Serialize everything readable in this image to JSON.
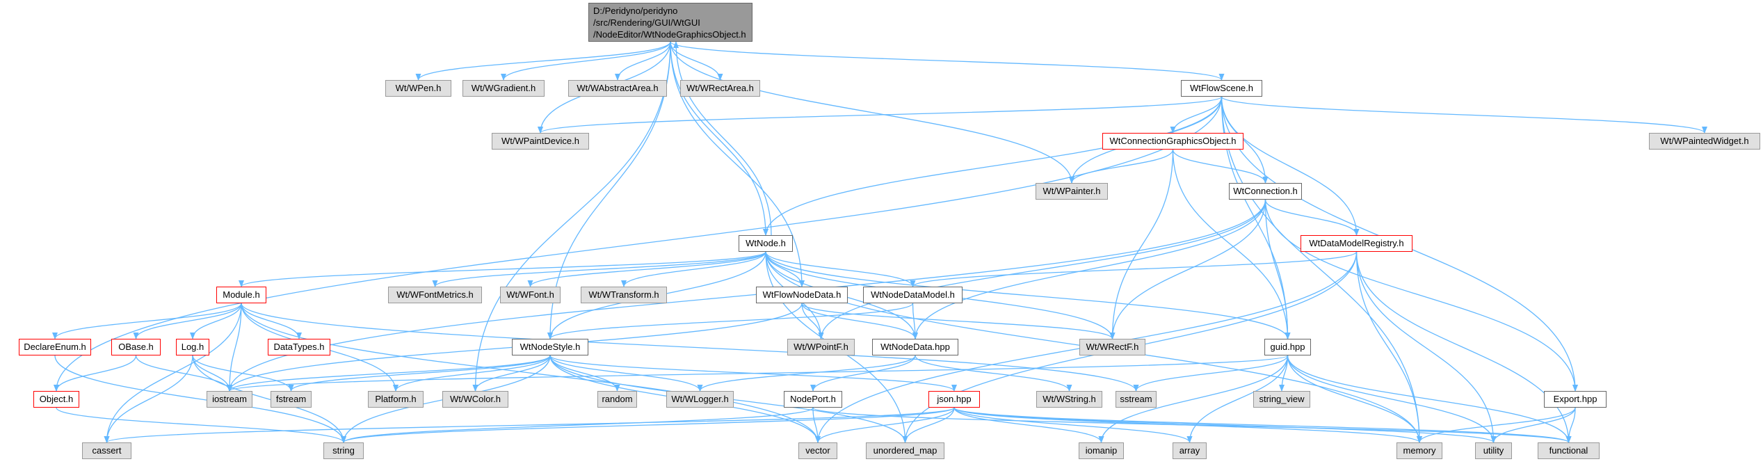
{
  "root": {
    "label": "D:/Peridyno/peridyno/src/Rendering/GUI/WtGUI/NodeEditor/WtNodeGraphicsObject.h",
    "label_lines": [
      "D:/Peridyno/peridyno",
      "/src/Rendering/GUI/WtGUI",
      "/NodeEditor/WtNodeGraphicsObject.h"
    ]
  },
  "nodes": [
    {
      "id": "wpen",
      "label": "Wt/WPen.h",
      "kind": "gray"
    },
    {
      "id": "wgradient",
      "label": "Wt/WGradient.h",
      "kind": "gray"
    },
    {
      "id": "wabstractarea",
      "label": "Wt/WAbstractArea.h",
      "kind": "gray"
    },
    {
      "id": "wrectarea",
      "label": "Wt/WRectArea.h",
      "kind": "gray"
    },
    {
      "id": "wtflowscene",
      "label": "WtFlowScene.h",
      "kind": "white"
    },
    {
      "id": "wpaintdevice",
      "label": "Wt/WPaintDevice.h",
      "kind": "gray"
    },
    {
      "id": "wtconngfx",
      "label": "WtConnectionGraphicsObject.h",
      "kind": "red"
    },
    {
      "id": "wpaintedwidget",
      "label": "Wt/WPaintedWidget.h",
      "kind": "gray"
    },
    {
      "id": "wpainter",
      "label": "Wt/WPainter.h",
      "kind": "gray"
    },
    {
      "id": "wtconnection",
      "label": "WtConnection.h",
      "kind": "white"
    },
    {
      "id": "wtnode",
      "label": "WtNode.h",
      "kind": "white"
    },
    {
      "id": "wtdatamodelreg",
      "label": "WtDataModelRegistry.h",
      "kind": "red"
    },
    {
      "id": "module",
      "label": "Module.h",
      "kind": "red"
    },
    {
      "id": "wfontmetrics",
      "label": "Wt/WFontMetrics.h",
      "kind": "gray"
    },
    {
      "id": "wfont",
      "label": "Wt/WFont.h",
      "kind": "gray"
    },
    {
      "id": "wtransform",
      "label": "Wt/WTransform.h",
      "kind": "gray"
    },
    {
      "id": "wtflownodedata",
      "label": "WtFlowNodeData.h",
      "kind": "white"
    },
    {
      "id": "wtnodedatamodel",
      "label": "WtNodeDataModel.h",
      "kind": "white"
    },
    {
      "id": "declareenum",
      "label": "DeclareEnum.h",
      "kind": "red"
    },
    {
      "id": "obase",
      "label": "OBase.h",
      "kind": "red"
    },
    {
      "id": "log",
      "label": "Log.h",
      "kind": "red"
    },
    {
      "id": "datatypes",
      "label": "DataTypes.h",
      "kind": "red"
    },
    {
      "id": "wtnodestyle",
      "label": "WtNodeStyle.h",
      "kind": "white"
    },
    {
      "id": "wpointf",
      "label": "Wt/WPointF.h",
      "kind": "gray"
    },
    {
      "id": "wtnodedata",
      "label": "WtNodeData.hpp",
      "kind": "white"
    },
    {
      "id": "wrectf",
      "label": "Wt/WRectF.h",
      "kind": "gray"
    },
    {
      "id": "guid",
      "label": "guid.hpp",
      "kind": "white"
    },
    {
      "id": "objecth",
      "label": "Object.h",
      "kind": "red"
    },
    {
      "id": "iostream",
      "label": "iostream",
      "kind": "gray"
    },
    {
      "id": "fstream",
      "label": "fstream",
      "kind": "gray"
    },
    {
      "id": "platform",
      "label": "Platform.h",
      "kind": "gray"
    },
    {
      "id": "wcolor",
      "label": "Wt/WColor.h",
      "kind": "gray"
    },
    {
      "id": "random",
      "label": "random",
      "kind": "gray"
    },
    {
      "id": "wlogger",
      "label": "Wt/WLogger.h",
      "kind": "gray"
    },
    {
      "id": "json",
      "label": "json.hpp",
      "kind": "red"
    },
    {
      "id": "wstring",
      "label": "Wt/WString.h",
      "kind": "gray"
    },
    {
      "id": "sstream",
      "label": "sstream",
      "kind": "gray"
    },
    {
      "id": "stringview",
      "label": "string_view",
      "kind": "gray"
    },
    {
      "id": "nodeport",
      "label": "NodePort.h",
      "kind": "white"
    },
    {
      "id": "exporth",
      "label": "Export.hpp",
      "kind": "white"
    },
    {
      "id": "cassert",
      "label": "cassert",
      "kind": "gray"
    },
    {
      "id": "string",
      "label": "string",
      "kind": "gray"
    },
    {
      "id": "vector",
      "label": "vector",
      "kind": "gray"
    },
    {
      "id": "unorderedmap",
      "label": "unordered_map",
      "kind": "gray"
    },
    {
      "id": "iomanip",
      "label": "iomanip",
      "kind": "gray"
    },
    {
      "id": "array",
      "label": "array",
      "kind": "gray"
    },
    {
      "id": "memory",
      "label": "memory",
      "kind": "gray"
    },
    {
      "id": "utility",
      "label": "utility",
      "kind": "gray"
    },
    {
      "id": "functional",
      "label": "functional",
      "kind": "gray"
    }
  ],
  "edges": [
    [
      "root",
      "wpen"
    ],
    [
      "root",
      "wgradient"
    ],
    [
      "root",
      "wabstractarea"
    ],
    [
      "root",
      "wrectarea"
    ],
    [
      "root",
      "wtflowscene"
    ],
    [
      "root",
      "wpaintdevice"
    ],
    [
      "root",
      "wpainter"
    ],
    [
      "root",
      "wtnode"
    ],
    [
      "root",
      "wtflownodedata"
    ],
    [
      "root",
      "wtnodestyle"
    ],
    [
      "root",
      "wcolor"
    ],
    [
      "wtflowscene",
      "wpaintdevice"
    ],
    [
      "wtflowscene",
      "wtconngfx"
    ],
    [
      "wtflowscene",
      "wpaintedwidget"
    ],
    [
      "wtflowscene",
      "wpainter"
    ],
    [
      "wtflowscene",
      "wtconnection"
    ],
    [
      "wtflowscene",
      "wtnode"
    ],
    [
      "wtflowscene",
      "wtdatamodelreg"
    ],
    [
      "wtflowscene",
      "guid"
    ],
    [
      "wtflowscene",
      "exporth"
    ],
    [
      "wtflowscene",
      "memory"
    ],
    [
      "wtflowscene",
      "objecth"
    ],
    [
      "wtconngfx",
      "wpainter"
    ],
    [
      "wtconngfx",
      "wtconnection"
    ],
    [
      "wtconngfx",
      "wrectf"
    ],
    [
      "wtconngfx",
      "guid"
    ],
    [
      "wtconnection",
      "wtdatamodelreg"
    ],
    [
      "wtconnection",
      "wpointf"
    ],
    [
      "wtconnection",
      "wrectf"
    ],
    [
      "wtconnection",
      "wtnodedata"
    ],
    [
      "wtconnection",
      "guid"
    ],
    [
      "wtconnection",
      "iostream"
    ],
    [
      "wtconnection",
      "exporth"
    ],
    [
      "wtnode",
      "root"
    ],
    [
      "wtnode",
      "module"
    ],
    [
      "wtnode",
      "wfontmetrics"
    ],
    [
      "wtnode",
      "wfont"
    ],
    [
      "wtnode",
      "wtransform"
    ],
    [
      "wtnode",
      "wtflownodedata"
    ],
    [
      "wtnode",
      "wtnodedatamodel"
    ],
    [
      "wtnode",
      "wtnodestyle"
    ],
    [
      "wtnode",
      "wpointf"
    ],
    [
      "wtnode",
      "wtnodedata"
    ],
    [
      "wtnode",
      "wrectf"
    ],
    [
      "wtnode",
      "guid"
    ],
    [
      "wtnode",
      "unorderedmap"
    ],
    [
      "wtnode",
      "memory"
    ],
    [
      "wtdatamodelreg",
      "wtnodedatamodel"
    ],
    [
      "wtdatamodelreg",
      "unorderedmap"
    ],
    [
      "wtdatamodelreg",
      "vector"
    ],
    [
      "wtdatamodelreg",
      "memory"
    ],
    [
      "wtdatamodelreg",
      "utility"
    ],
    [
      "wtdatamodelreg",
      "functional"
    ],
    [
      "module",
      "declareenum"
    ],
    [
      "module",
      "obase"
    ],
    [
      "module",
      "log"
    ],
    [
      "module",
      "datatypes"
    ],
    [
      "module",
      "iostream"
    ],
    [
      "module",
      "platform"
    ],
    [
      "module",
      "cassert"
    ],
    [
      "module",
      "vector"
    ],
    [
      "module",
      "sstream"
    ],
    [
      "wtflownodedata",
      "wtnodedata"
    ],
    [
      "wtflownodedata",
      "wpointf"
    ],
    [
      "wtflownodedata",
      "wrectf"
    ],
    [
      "wtflownodedata",
      "iostream"
    ],
    [
      "wtnodedatamodel",
      "wtnodedata"
    ],
    [
      "wtnodedatamodel",
      "wtnodestyle"
    ],
    [
      "wtnodedata",
      "nodeport"
    ],
    [
      "wtnodedata",
      "wstring"
    ],
    [
      "wtnodedata",
      "wlogger"
    ],
    [
      "obase",
      "objecth"
    ],
    [
      "obase",
      "iostream"
    ],
    [
      "log",
      "iostream"
    ],
    [
      "log",
      "fstream"
    ],
    [
      "log",
      "cassert"
    ],
    [
      "log",
      "string"
    ],
    [
      "declareenum",
      "string"
    ],
    [
      "objecth",
      "string"
    ],
    [
      "wtnodestyle",
      "iostream"
    ],
    [
      "wtnodestyle",
      "fstream"
    ],
    [
      "wtnodestyle",
      "platform"
    ],
    [
      "wtnodestyle",
      "wcolor"
    ],
    [
      "wtnodestyle",
      "random"
    ],
    [
      "wtnodestyle",
      "wlogger"
    ],
    [
      "wtnodestyle",
      "json"
    ],
    [
      "wtnodestyle",
      "vector"
    ],
    [
      "wtnodestyle",
      "unorderedmap"
    ],
    [
      "wtnodestyle",
      "string"
    ],
    [
      "guid",
      "sstream"
    ],
    [
      "guid",
      "stringview"
    ],
    [
      "guid",
      "iostream"
    ],
    [
      "guid",
      "iomanip"
    ],
    [
      "guid",
      "array"
    ],
    [
      "guid",
      "memory"
    ],
    [
      "guid",
      "utility"
    ],
    [
      "guid",
      "functional"
    ],
    [
      "json",
      "cassert"
    ],
    [
      "json",
      "string"
    ],
    [
      "json",
      "vector"
    ],
    [
      "json",
      "unorderedmap"
    ],
    [
      "json",
      "iomanip"
    ],
    [
      "json",
      "array"
    ],
    [
      "json",
      "memory"
    ],
    [
      "json",
      "utility"
    ],
    [
      "json",
      "functional"
    ],
    [
      "nodeport",
      "vector"
    ],
    [
      "nodeport",
      "string"
    ],
    [
      "nodeport",
      "functional"
    ],
    [
      "exporth",
      "memory"
    ],
    [
      "exporth",
      "utility"
    ],
    [
      "exporth",
      "functional"
    ]
  ]
}
